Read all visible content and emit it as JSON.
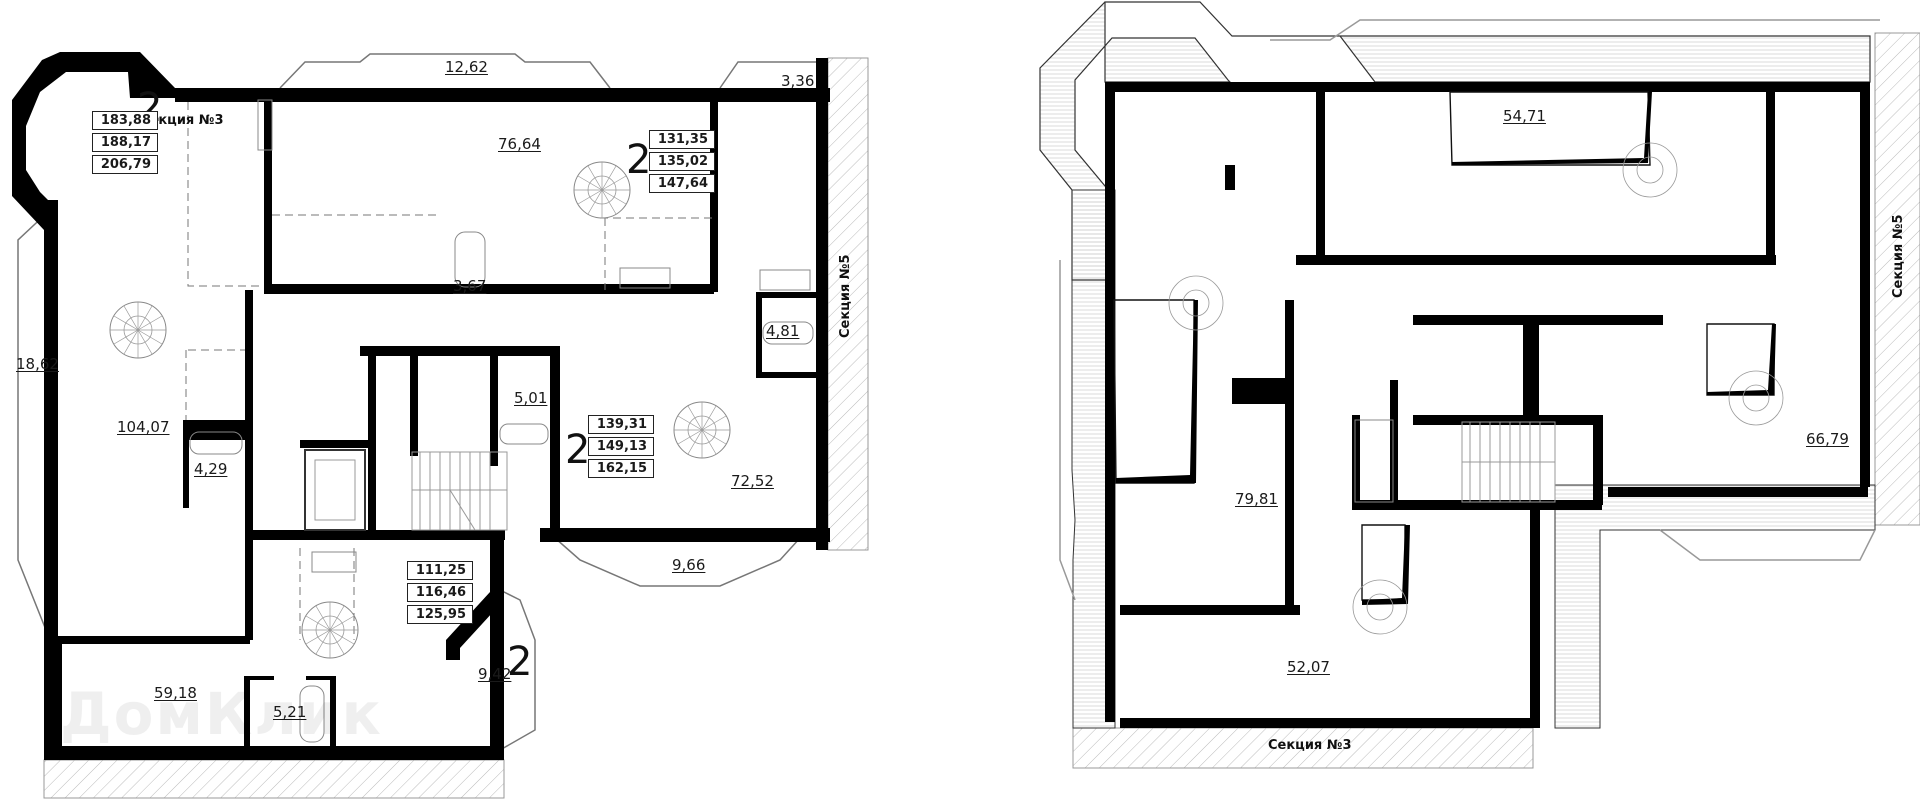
{
  "left_plan": {
    "sections": {
      "left_top": "Секция №3",
      "right": "Секция №5"
    },
    "apartments": [
      {
        "id": "apt-a",
        "rooms": "2",
        "areas": [
          "183,88",
          "188,17",
          "206,79"
        ]
      },
      {
        "id": "apt-b",
        "rooms": "2",
        "areas": [
          "131,35",
          "135,02",
          "147,64"
        ]
      },
      {
        "id": "apt-c",
        "rooms": "2",
        "areas": [
          "139,31",
          "149,13",
          "162,15"
        ]
      },
      {
        "id": "apt-d",
        "rooms": "2",
        "areas": [
          "111,25",
          "116,46",
          "125,95"
        ]
      }
    ],
    "room_areas": {
      "balcony_top": "12,62",
      "balcony_top_right": "3,36",
      "living_b": "76,64",
      "bath_b": "3,67",
      "balcony_left": "18,62",
      "living_a": "104,07",
      "bath_a": "4,29",
      "bath_c_small": "5,01",
      "bath_c": "4,81",
      "living_c": "72,52",
      "balcony_bottom": "9,66",
      "living_d": "59,18",
      "bath_d": "5,21",
      "balcony_d": "9,42"
    }
  },
  "right_plan": {
    "sections": {
      "right": "Секция №5",
      "bottom": "Секция №3"
    },
    "room_areas": {
      "upper_top": "54,71",
      "upper_left": "79,81",
      "upper_right": "66,79",
      "upper_bottom": "52,07"
    }
  },
  "watermark": "ДомКлик"
}
